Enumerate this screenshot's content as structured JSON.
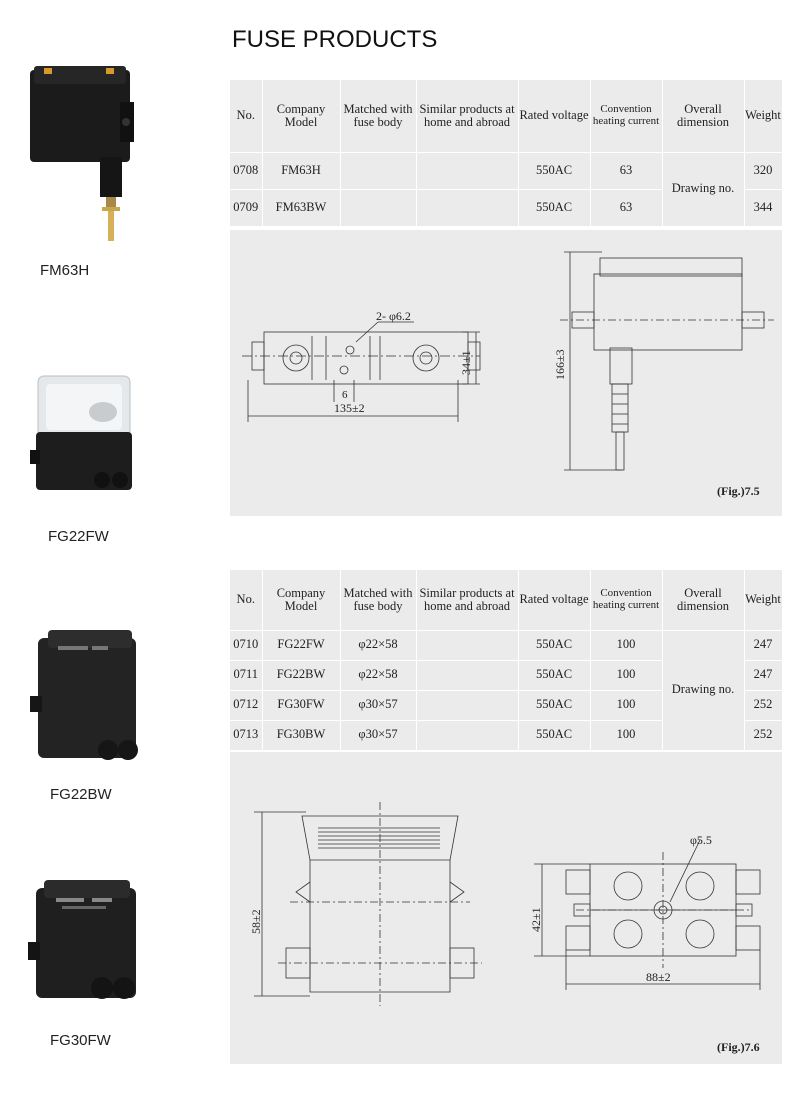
{
  "page": {
    "title": "FUSE PRODUCTS"
  },
  "products": [
    {
      "label": "FM63H"
    },
    {
      "label": "FG22FW"
    },
    {
      "label": "FG22BW"
    },
    {
      "label": "FG30FW"
    }
  ],
  "headers": {
    "no": "No.",
    "company_model": "Company Model",
    "matched_body": "Matched with fuse body",
    "similar": "Similar products at home and abroad",
    "rated_voltage": "Rated voltage",
    "convention": "Convention heating current",
    "overall": "Overall dimension",
    "weight": "Weight"
  },
  "table1": {
    "drawing": "Drawing no.",
    "rows": [
      {
        "no": "0708",
        "model": "FM63H",
        "matched": "",
        "similar": "",
        "voltage": "550AC",
        "current": "63",
        "weight": "320"
      },
      {
        "no": "0709",
        "model": "FM63BW",
        "matched": "",
        "similar": "",
        "voltage": "550AC",
        "current": "63",
        "weight": "344"
      }
    ]
  },
  "fig1": {
    "label": "(Fig.)7.5",
    "dims": {
      "hole": "2- φ6.2",
      "width": "135±2",
      "small": "6",
      "height": "34±1",
      "tall": "166±3"
    }
  },
  "table2": {
    "drawing": "Drawing no.",
    "rows": [
      {
        "no": "0710",
        "model": "FG22FW",
        "matched": "φ22×58",
        "similar": "",
        "voltage": "550AC",
        "current": "100",
        "weight": "247"
      },
      {
        "no": "0711",
        "model": "FG22BW",
        "matched": "φ22×58",
        "similar": "",
        "voltage": "550AC",
        "current": "100",
        "weight": "247"
      },
      {
        "no": "0712",
        "model": "FG30FW",
        "matched": "φ30×57",
        "similar": "",
        "voltage": "550AC",
        "current": "100",
        "weight": "252"
      },
      {
        "no": "0713",
        "model": "FG30BW",
        "matched": "φ30×57",
        "similar": "",
        "voltage": "550AC",
        "current": "100",
        "weight": "252"
      }
    ]
  },
  "fig2": {
    "label": "(Fig.)7.6",
    "dims": {
      "height": "58±2",
      "hole": "φ5.5",
      "height2": "42±1",
      "width": "88±2"
    }
  }
}
